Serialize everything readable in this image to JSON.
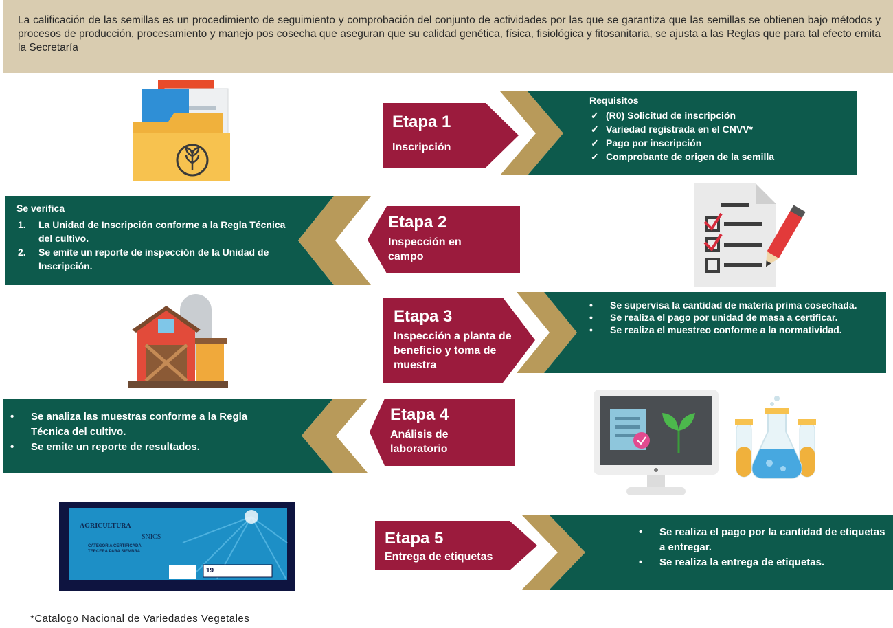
{
  "intro": {
    "text": "La calificación de las semillas es un procedimiento de seguimiento y comprobación del conjunto de actividades por las que se garantiza que las semillas se obtienen bajo métodos y procesos de producción, procesamiento y manejo pos cosecha que aseguran que su calidad genética, física, fisiológica y fitosanitaria, se ajusta a las Reglas que para tal efecto emita la Secretaría"
  },
  "stages": [
    {
      "title": "Etapa 1",
      "subtitle": "Inscripción",
      "header": "Requisitos",
      "items": [
        "(R0) Solicitud de inscripción",
        "Variedad registrada en el CNVV*",
        "Pago por inscripción",
        "Comprobante de origen de la semilla"
      ]
    },
    {
      "title": "Etapa 2",
      "subtitle": "Inspección en campo",
      "header": "Se verifica",
      "items": [
        "La Unidad de Inscripción conforme a la Regla Técnica del cultivo.",
        "Se emite un reporte de inspección de la Unidad de Inscripción."
      ],
      "markers": [
        "1.",
        "2."
      ]
    },
    {
      "title": "Etapa 3",
      "subtitle": "Inspección a planta de beneficio y toma de muestra",
      "items": [
        "Se supervisa la cantidad de materia prima cosechada.",
        "Se realiza el pago por unidad de masa a certificar.",
        "Se realiza el muestreo conforme a la normatividad."
      ]
    },
    {
      "title": "Etapa 4",
      "subtitle": "Análisis de laboratorio",
      "items": [
        "Se analiza las muestras conforme a la Regla Técnica del cultivo.",
        "Se emite un reporte de resultados."
      ]
    },
    {
      "title": "Etapa 5",
      "subtitle": "Entrega de etiquetas",
      "items": [
        "Se realiza el pago por la cantidad de etiquetas a entregar.",
        "Se realiza la entrega de etiquetas."
      ]
    }
  ],
  "label_card": {
    "agency": "AGRICULTURA",
    "brand": "SNICS",
    "category": "CATEGORIA CERTIFICADA",
    "line2": "TERCERA PARA SIEMBRA",
    "number": "19"
  },
  "footnote": "*Catalogo Nacional de Variedades Vegetales",
  "colors": {
    "green": "#0d5a4c",
    "maroon": "#9b1b3d",
    "gold": "#b89a5a",
    "intro_bg": "#d9ccb0",
    "card_blue": "#1d8fc6"
  },
  "icons": [
    "seed-folder-icon",
    "checklist-pencil-icon",
    "barn-icon",
    "lab-monitor-icon",
    "flask-tubes-icon",
    "seed-label-card"
  ]
}
